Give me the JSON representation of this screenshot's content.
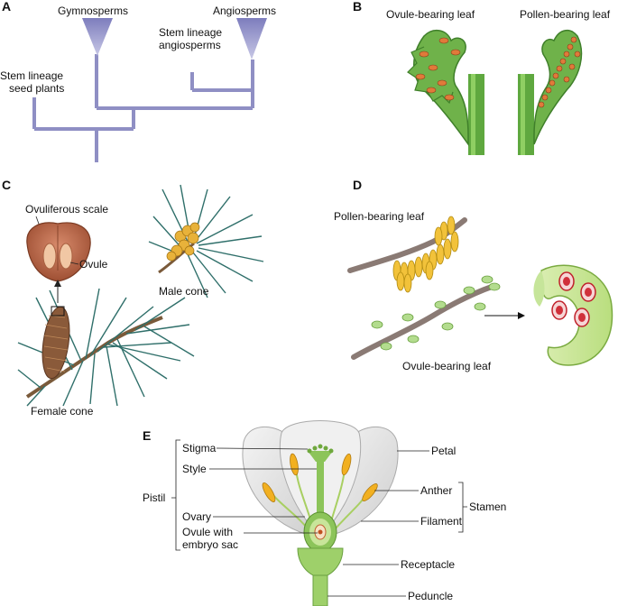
{
  "panels": {
    "a": "A",
    "b": "B",
    "c": "C",
    "d": "D",
    "e": "E"
  },
  "panel_a": {
    "gymnosperms": "Gymnosperms",
    "angiosperms": "Angiosperms",
    "stem_angio_1": "Stem lineage",
    "stem_angio_2": "angiosperms",
    "stem_seed_1": "Stem lineage",
    "stem_seed_2": "seed plants"
  },
  "panel_b": {
    "ovule_leaf": "Ovule-bearing leaf",
    "pollen_leaf": "Pollen-bearing leaf"
  },
  "panel_c": {
    "ovuliferous_scale": "Ovuliferous scale",
    "ovule": "Ovule",
    "male_cone": "Male cone",
    "female_cone": "Female cone"
  },
  "panel_d": {
    "pollen_leaf": "Pollen-bearing leaf",
    "ovule_leaf": "Ovule-bearing leaf"
  },
  "panel_e": {
    "stigma": "Stigma",
    "style": "Style",
    "pistil": "Pistil",
    "ovary": "Ovary",
    "ovule_1": "Ovule with",
    "ovule_2": "embryo sac",
    "petal": "Petal",
    "anther": "Anther",
    "filament": "Filament",
    "stamen": "Stamen",
    "receptacle": "Receptacle",
    "peduncle": "Peduncle"
  },
  "colors": {
    "tree": "#8f8fc4",
    "leaf_green": "#6fb24a",
    "leaf_dark": "#3f7f2a",
    "ovule_orange": "#e07a3a",
    "pine_needle": "#2f6f6a",
    "cone_brown": "#8a5a3a",
    "pollen_yellow": "#f2c23a",
    "branch_grey": "#9a8c88",
    "flower_green": "#8cc45a",
    "petal_grey": "#e6e6e6"
  }
}
